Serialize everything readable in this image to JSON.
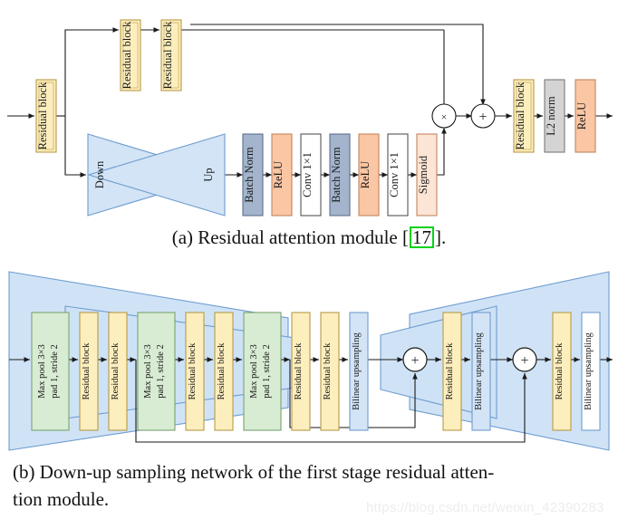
{
  "figure_a": {
    "caption_prefix": "(a) Residual attention module [",
    "citation": "17",
    "caption_suffix": "].",
    "blocks": {
      "trunk_input": "Residual block",
      "trunk_top_1": "Residual block",
      "trunk_top_2": "Residual block",
      "down": "Down",
      "up": "Up",
      "batch_norm_1": "Batch Norm",
      "relu_1": "ReLU",
      "conv_1": "Conv 1×1",
      "batch_norm_2": "Batch Norm",
      "relu_2": "ReLU",
      "conv_2": "Conv 1×1",
      "sigmoid": "Sigmoid",
      "residual_out": "Residual block",
      "l2_norm": "L2 norm",
      "relu_out": "ReLU"
    },
    "operators": {
      "multiply": "×",
      "add": "+"
    },
    "colors": {
      "residual_block_fill": "#fdeebd",
      "residual_block_stroke": "#b79b48",
      "trapezoid_fill": "#d3e4f6",
      "trapezoid_stroke": "#6e9dd0",
      "batch_norm_fill": "#a3b4cc",
      "batch_norm_stroke": "#5b6f8d",
      "relu_fill": "#fbc6a4",
      "relu_stroke": "#c4855c",
      "conv_fill": "#ffffff",
      "conv_stroke": "#555555",
      "sigmoid_fill": "#fde5d6",
      "sigmoid_stroke": "#c4855c",
      "l2_norm_fill": "#d4d4d4",
      "l2_norm_stroke": "#7a7a7a",
      "line": "#1a1a1a"
    }
  },
  "figure_b": {
    "caption_line_1": "(b) Down-up sampling network of the first stage residual atten-",
    "caption_line_2": "tion module.",
    "blocks": [
      {
        "id": "maxpool-1",
        "kind": "maxpool",
        "line1": "Max pool 3×3",
        "line2": "pad 1, stride 2"
      },
      {
        "id": "residual-1",
        "kind": "residual",
        "line1": "Residual block"
      },
      {
        "id": "residual-2",
        "kind": "residual",
        "line1": "Residual block"
      },
      {
        "id": "maxpool-2",
        "kind": "maxpool",
        "line1": "Max pool 3×3",
        "line2": "pad 1, stride 2"
      },
      {
        "id": "residual-3",
        "kind": "residual",
        "line1": "Residual block"
      },
      {
        "id": "residual-4",
        "kind": "residual",
        "line1": "Residual block"
      },
      {
        "id": "maxpool-3",
        "kind": "maxpool",
        "line1": "Max pool 3×3",
        "line2": "pad 1, stride 2"
      },
      {
        "id": "residual-5",
        "kind": "residual",
        "line1": "Residual block"
      },
      {
        "id": "residual-6",
        "kind": "residual",
        "line1": "Residual block"
      },
      {
        "id": "upsample-1",
        "kind": "upsample",
        "line1": "Bilinear upsampling"
      },
      {
        "id": "add-1",
        "kind": "operator",
        "line1": "+"
      },
      {
        "id": "residual-7",
        "kind": "residual",
        "line1": "Residual block"
      },
      {
        "id": "upsample-2",
        "kind": "upsample",
        "line1": "Bilinear upsampling"
      },
      {
        "id": "add-2",
        "kind": "operator",
        "line1": "+"
      },
      {
        "id": "residual-8",
        "kind": "residual",
        "line1": "Residual block"
      },
      {
        "id": "upsample-3",
        "kind": "upsample",
        "line1": "Bilinear upsampling"
      }
    ],
    "colors": {
      "maxpool_fill": "#d8ebd3",
      "maxpool_stroke": "#7aa36e",
      "residual_fill": "#fdeebd",
      "residual_stroke": "#b79b48",
      "upsample_fill": "#d3e4f6",
      "upsample_stroke": "#6e9dd0",
      "trapezoid_fill": "#cde1f5",
      "trapezoid_stroke": "#6e9dd0",
      "line": "#1a1a1a"
    }
  },
  "watermark": {
    "text": "https://blog.csdn.net/weixin_42390283"
  }
}
